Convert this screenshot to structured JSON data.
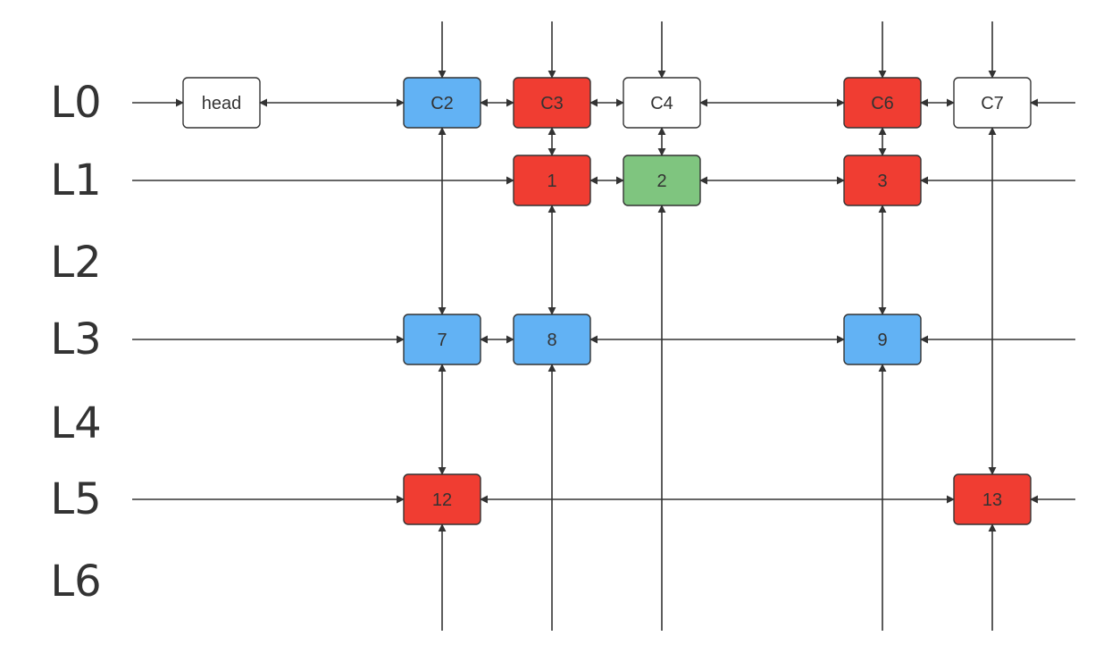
{
  "levels": [
    "L0",
    "L1",
    "L2",
    "L3",
    "L4",
    "L5",
    "L6"
  ],
  "colors": {
    "white": "#ffffff",
    "blue": "#62b2f4",
    "red": "#f03d32",
    "green": "#7fc57f",
    "stroke": "#333333"
  },
  "nodes": [
    {
      "id": "head",
      "label": "head",
      "level": "L0",
      "fill": "white"
    },
    {
      "id": "c2",
      "label": "C2",
      "level": "L0",
      "fill": "blue"
    },
    {
      "id": "c3",
      "label": "C3",
      "level": "L0",
      "fill": "red"
    },
    {
      "id": "c4",
      "label": "C4",
      "level": "L0",
      "fill": "white"
    },
    {
      "id": "c6",
      "label": "C6",
      "level": "L0",
      "fill": "red"
    },
    {
      "id": "c7",
      "label": "C7",
      "level": "L0",
      "fill": "white"
    },
    {
      "id": "n1",
      "label": "1",
      "level": "L1",
      "fill": "red"
    },
    {
      "id": "n2",
      "label": "2",
      "level": "L1",
      "fill": "green"
    },
    {
      "id": "n3",
      "label": "3",
      "level": "L1",
      "fill": "red"
    },
    {
      "id": "n7",
      "label": "7",
      "level": "L3",
      "fill": "blue"
    },
    {
      "id": "n8",
      "label": "8",
      "level": "L3",
      "fill": "blue"
    },
    {
      "id": "n9",
      "label": "9",
      "level": "L3",
      "fill": "blue"
    },
    {
      "id": "n12",
      "label": "12",
      "level": "L5",
      "fill": "red"
    },
    {
      "id": "n13",
      "label": "13",
      "level": "L5",
      "fill": "red"
    }
  ]
}
